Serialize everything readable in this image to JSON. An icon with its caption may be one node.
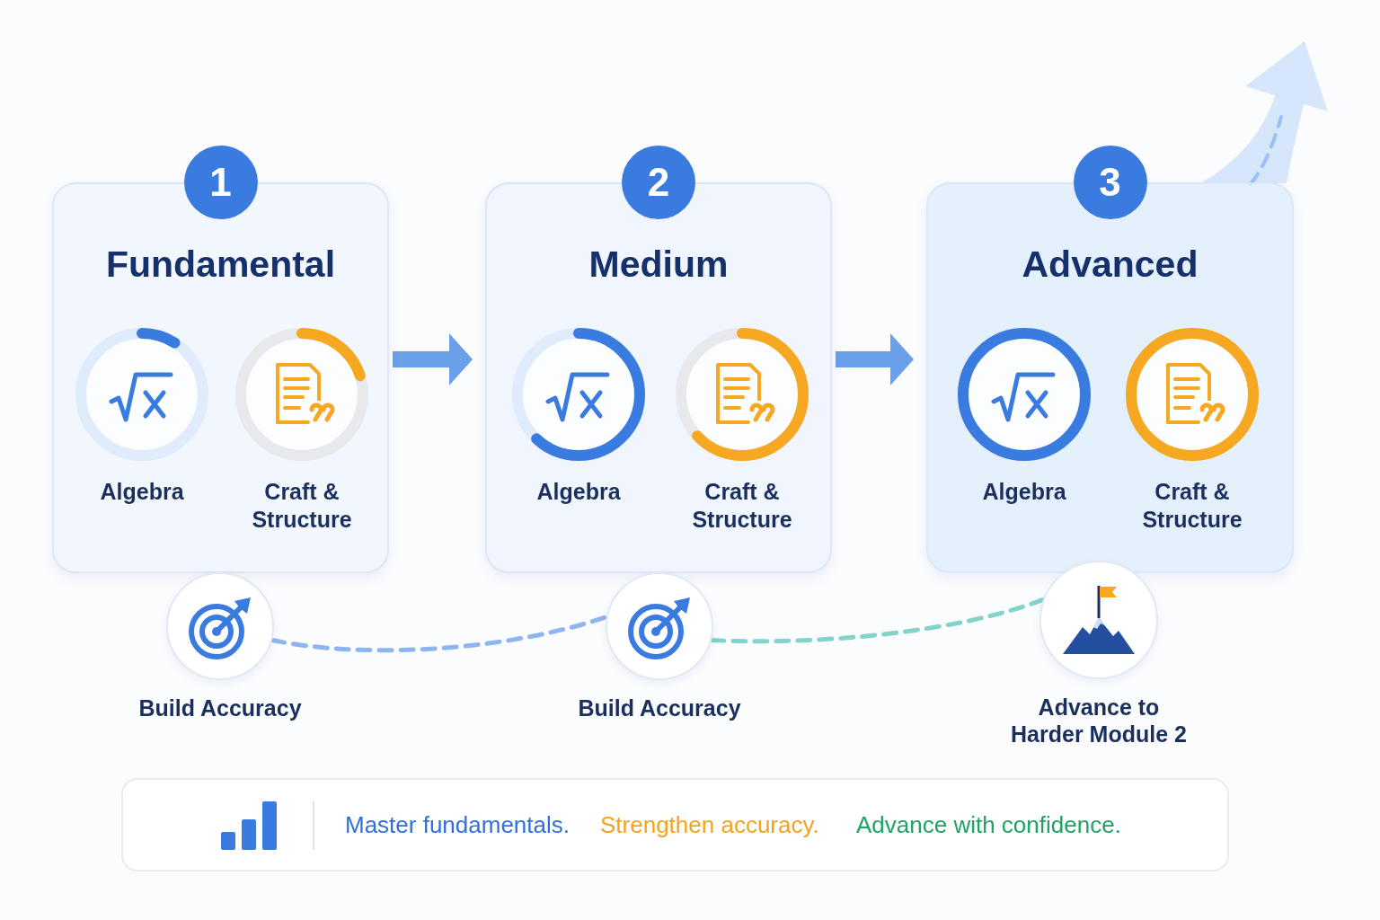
{
  "diagram": {
    "nodes": [
      {
        "text": [
          "1",
          "Fundamental"
        ]
      },
      {
        "text": [
          "Algebra"
        ],
        "in": 0
      },
      {
        "text": [
          "Craft & Structure"
        ],
        "in": 0
      },
      {
        "text": [
          "2",
          "Medium"
        ]
      },
      {
        "text": [
          "Algebra"
        ],
        "in": 3
      },
      {
        "text": [
          "Craft & Structure"
        ],
        "in": 3
      },
      {
        "text": [
          "3",
          "Advanced"
        ]
      },
      {
        "text": [
          "Algebra"
        ],
        "in": 6
      },
      {
        "text": [
          "Craft & Structure"
        ],
        "in": 6
      },
      {
        "text": [
          "Build Accuracy"
        ]
      },
      {
        "text": [
          "Build Accuracy"
        ]
      },
      {
        "text": [
          "Advance to Harder Module 2"
        ]
      },
      {
        "text": [
          "Master fundamentals.",
          "Strengthen accuracy.",
          "Advance with confidence."
        ]
      }
    ],
    "edges": [
      {
        "from": 0,
        "to": 3,
        "arrow": "to",
        "style": "thick",
        "color": "#6aa0ea"
      },
      {
        "from": 3,
        "to": 6,
        "arrow": "to",
        "style": "thick",
        "color": "#6aa0ea"
      },
      {
        "from": 9,
        "to": 10,
        "arrow": "none",
        "style": "dashed",
        "color": "#8fb4ee"
      },
      {
        "from": 10,
        "to": 11,
        "arrow": "none",
        "style": "dashed",
        "color": "#84d2cc"
      },
      {
        "from": 6,
        "to": null,
        "arrow": "to",
        "style": "thick",
        "color": "#d6e6fb"
      },
      {
        "from": 6,
        "to": null,
        "arrow": "none",
        "style": "dashed",
        "color": "#9bc0f2"
      }
    ]
  }
}
